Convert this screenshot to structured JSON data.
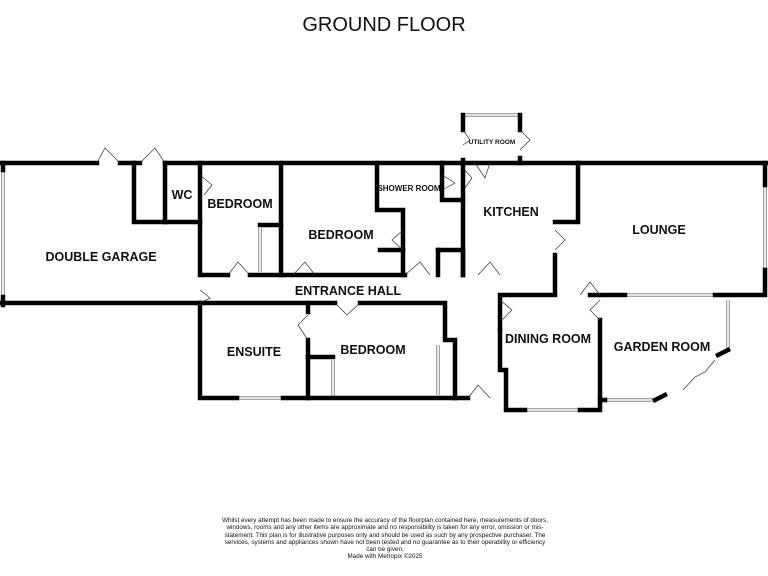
{
  "title": "GROUND FLOOR",
  "rooms": {
    "double_garage": "DOUBLE GARAGE",
    "wc": "WC",
    "bedroom_1": "BEDROOM",
    "bedroom_2": "BEDROOM",
    "shower_room": "SHOWER ROOM",
    "utility_room": "UTILITY ROOM",
    "kitchen": "KITCHEN",
    "lounge": "LOUNGE",
    "entrance_hall": "ENTRANCE HALL",
    "ensuite": "ENSUITE",
    "bedroom_3": "BEDROOM",
    "dining_room": "DINING ROOM",
    "garden_room": "GARDEN ROOM"
  },
  "disclaimer": {
    "text": "Whilst every attempt has been made to ensure the accuracy of the floorplan contained here, measurements of doors, windows, rooms and any other items are approximate and no responsibility is taken for any error, omission or mis-statement. This plan is for illustrative purposes only and should be used as such by any prospective purchaser. The services, systems and appliances shown have not been tested and no guarantee as to their operability or efficiency can be given.",
    "credit": "Made with Metropix ©2025"
  }
}
